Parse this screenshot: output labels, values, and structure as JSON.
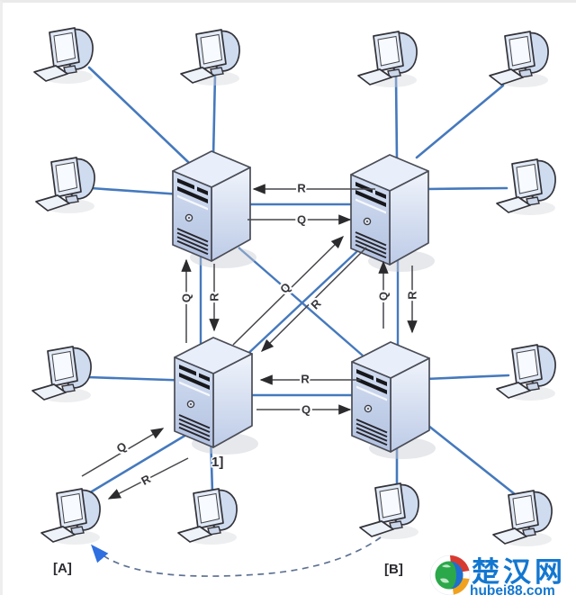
{
  "edges": [
    {
      "id": "top-response",
      "from": "server-top-right",
      "to": "server-top-left",
      "label": "R"
    },
    {
      "id": "top-query",
      "from": "server-top-left",
      "to": "server-top-right",
      "label": "Q"
    },
    {
      "id": "left-query",
      "from": "server-bottom-left",
      "to": "server-top-left",
      "label": "Q"
    },
    {
      "id": "left-response",
      "from": "server-top-left",
      "to": "server-bottom-left",
      "label": "R"
    },
    {
      "id": "right-query",
      "from": "server-bottom-right",
      "to": "server-top-right",
      "label": "Q"
    },
    {
      "id": "right-response",
      "from": "server-top-right",
      "to": "server-bottom-right",
      "label": "R"
    },
    {
      "id": "diagonal-query",
      "from": "server-bottom-left",
      "to": "server-top-right",
      "label": "Q"
    },
    {
      "id": "diagonal-response",
      "from": "server-top-right",
      "to": "server-bottom-left",
      "label": "R"
    },
    {
      "id": "bottom-response",
      "from": "server-bottom-right",
      "to": "server-bottom-left",
      "label": "R"
    },
    {
      "id": "bottom-query",
      "from": "server-bottom-left",
      "to": "server-bottom-right",
      "label": "Q"
    },
    {
      "id": "client-query",
      "from": "terminal-a",
      "to": "server-bottom-left",
      "label": "Q"
    },
    {
      "id": "client-response",
      "from": "server-bottom-left",
      "to": "terminal-a",
      "label": "R"
    }
  ],
  "dashed_edge": {
    "from": "terminal-b",
    "to": "terminal-a",
    "style": "dashed-curve"
  },
  "annotations": {
    "server_bottom_left_note": "1]",
    "terminal_a": "[A]",
    "terminal_b": "[B]"
  },
  "watermark": {
    "site_name": "楚汉网",
    "site_domain": "hubei88.com"
  },
  "colors": {
    "link_blue": "#4579bd",
    "arrow_gray": "#46464b",
    "arrowhead_black": "#2b2b2e",
    "dashed_blue_gray": "#5e7294",
    "highlight_arrow_blue": "#2f6fe0",
    "watermark_blue": "#1377d0"
  }
}
